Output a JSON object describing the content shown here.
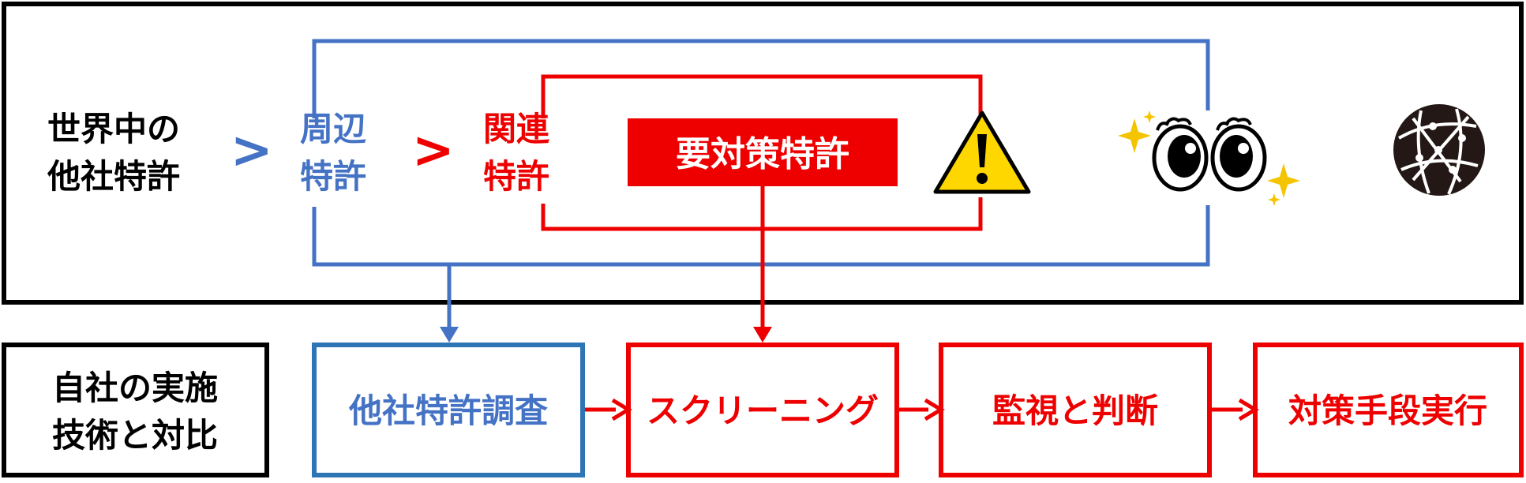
{
  "top_panel": {
    "world_label_line1": "世界中の",
    "world_label_line2": "他社特許",
    "gt_symbol_1": ">",
    "peripheral_line1": "周辺",
    "peripheral_line2": "特許",
    "gt_symbol_2": ">",
    "related_line1": "関連",
    "related_line2": "特許",
    "critical_label": "要対策特許",
    "warning_icon": "warning-triangle-icon",
    "eyes_icon": "sparkling-eyes-icon",
    "globe_icon": "globe-network-icon"
  },
  "bottom_row": {
    "compare_line1": "自社の実施",
    "compare_line2": "技術と対比",
    "steps": [
      {
        "label": "他社特許調査",
        "color": "#4472c4"
      },
      {
        "label": "スクリーニング",
        "color": "#ee0000"
      },
      {
        "label": "監視と判断",
        "color": "#ee0000"
      },
      {
        "label": "対策手段実行",
        "color": "#ee0000"
      }
    ]
  },
  "colors": {
    "blue": "#4472c4",
    "blue_box": "#2e75b6",
    "red": "#ee0000",
    "black": "#000000",
    "warning_yellow": "#ffd700",
    "sparkle_yellow": "#f5c400"
  }
}
